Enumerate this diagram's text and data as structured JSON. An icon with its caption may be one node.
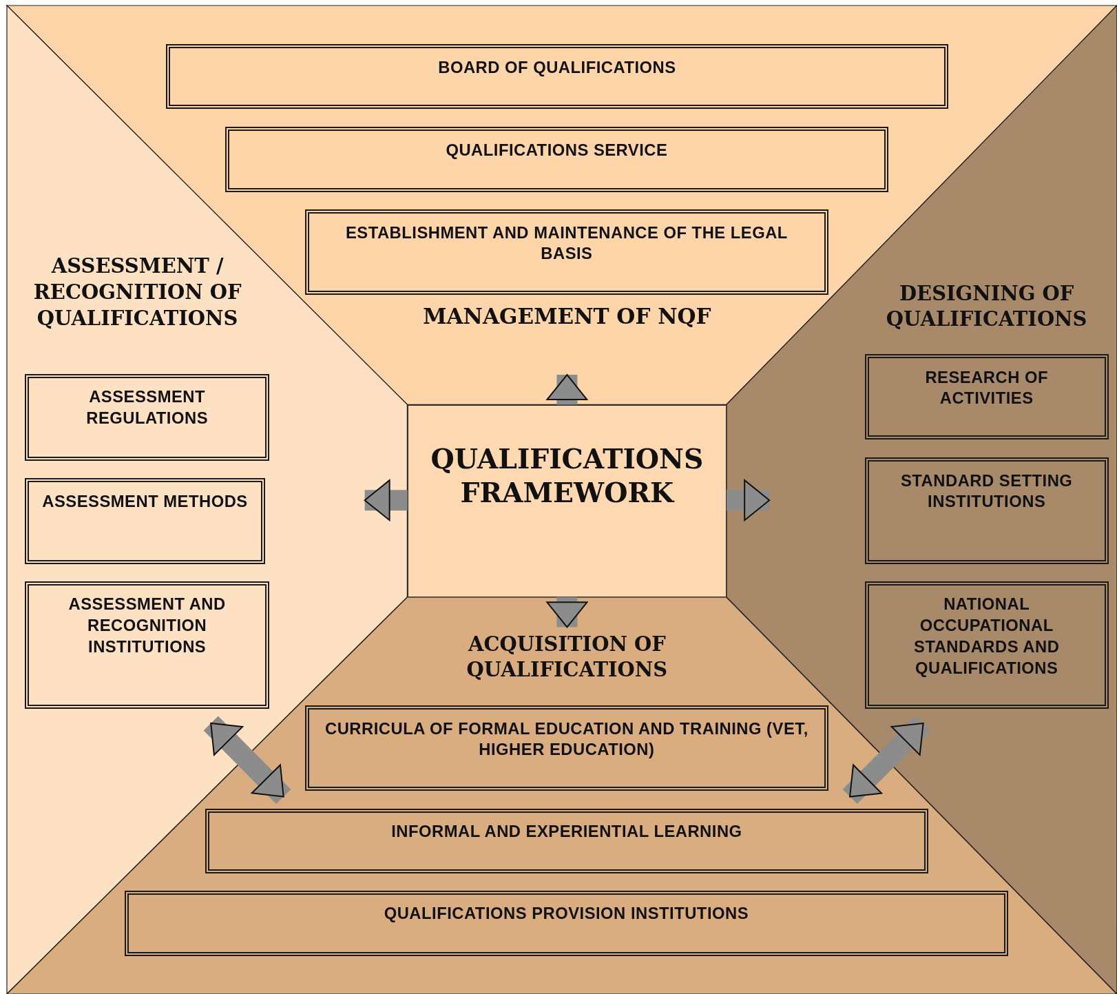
{
  "diagram": {
    "nodes": [
      {
        "text": [
          "MANAGEMENT OF NQF"
        ]
      },
      {
        "text": [
          "BOARD OF QUALIFICATIONS"
        ],
        "in": 0
      },
      {
        "text": [
          "QUALIFICATIONS SERVICE"
        ],
        "in": 0
      },
      {
        "text": [
          "ESTABLISHMENT AND MAINTENANCE OF THE LEGAL BASIS"
        ],
        "in": 0
      },
      {
        "text": [
          "ASSESSMENT / RECOGNITION OF QUALIFICATIONS"
        ]
      },
      {
        "text": [
          "ASSESSMENT REGULATIONS"
        ],
        "in": 4
      },
      {
        "text": [
          "ASSESSMENT METHODS"
        ],
        "in": 4
      },
      {
        "text": [
          "ASSESSMENT AND RECOGNITION INSTITUTIONS"
        ],
        "in": 4
      },
      {
        "text": [
          "DESIGNING OF QUALIFICATIONS"
        ]
      },
      {
        "text": [
          "RESEARCH OF ACTIVITIES"
        ],
        "in": 8
      },
      {
        "text": [
          "STANDARD SETTING INSTITUTIONS"
        ],
        "in": 8
      },
      {
        "text": [
          "NATIONAL OCCUPATIONAL STANDARDS AND QUALIFICATIONS"
        ],
        "in": 8
      },
      {
        "text": [
          "QUALIFICATIONS FRAMEWORK"
        ]
      },
      {
        "text": [
          "ACQUISITION OF QUALIFICATIONS"
        ]
      },
      {
        "text": [
          "CURRICULA OF FORMAL EDUCATION AND TRAINING (VET, HIGHER EDUCATION)"
        ],
        "in": 13
      },
      {
        "text": [
          "INFORMAL AND EXPERIENTIAL LEARNING"
        ],
        "in": 13
      },
      {
        "text": [
          "QUALIFICATIONS PROVISION INSTITUTIONS"
        ],
        "in": 13
      }
    ],
    "edges": [
      {
        "from": 12,
        "to": 0,
        "arrow": "to"
      },
      {
        "from": 12,
        "to": 4,
        "arrow": "to"
      },
      {
        "from": 12,
        "to": 8,
        "arrow": "to"
      },
      {
        "from": 12,
        "to": 13,
        "arrow": "to"
      },
      {
        "from": 13,
        "to": 4,
        "arrow": "both"
      },
      {
        "from": 13,
        "to": 8,
        "arrow": "both"
      }
    ]
  }
}
